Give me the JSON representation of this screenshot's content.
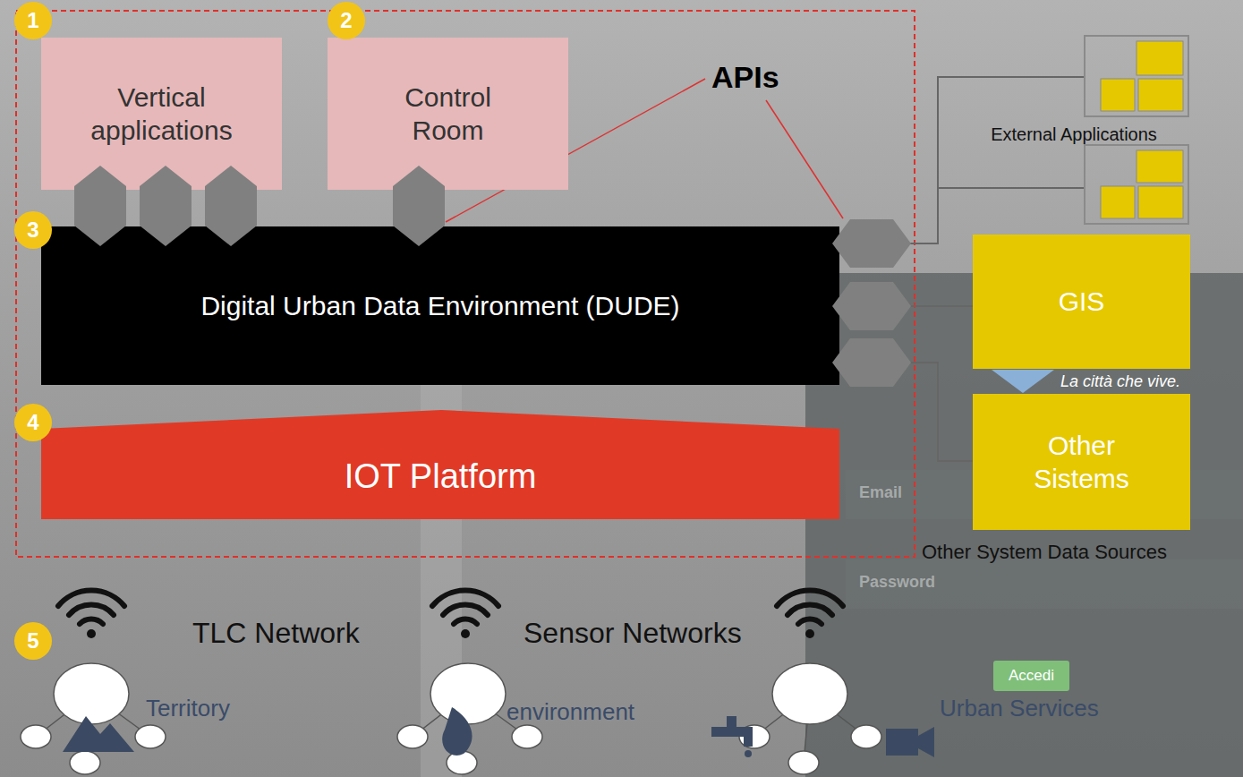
{
  "diagram": {
    "nodes": [
      {
        "text": [
          "Vertical applications"
        ]
      },
      {
        "text": [
          "Control Room"
        ]
      },
      {
        "text": [
          "Digital Urban Data Environment (DUDE)"
        ]
      },
      {
        "text": [
          "IOT Platform"
        ]
      },
      {
        "text": [
          "External Applications"
        ]
      },
      {
        "text": [
          "GIS"
        ]
      },
      {
        "text": [
          "Other Sistems"
        ]
      }
    ],
    "edges": [
      {
        "from": 2,
        "to": 4,
        "arrow": "none"
      },
      {
        "from": 2,
        "to": 5,
        "arrow": "none"
      },
      {
        "from": 2,
        "to": 6,
        "arrow": "none"
      }
    ],
    "labels": [
      "1",
      "2",
      "3",
      "4",
      "5",
      "APIs",
      "Other System Data Sources",
      "TLC Network",
      "Sensor Networks",
      "Territory",
      "environment",
      "Urban Services",
      "La città che vive.",
      "Email",
      "Password",
      "Accedi"
    ]
  }
}
